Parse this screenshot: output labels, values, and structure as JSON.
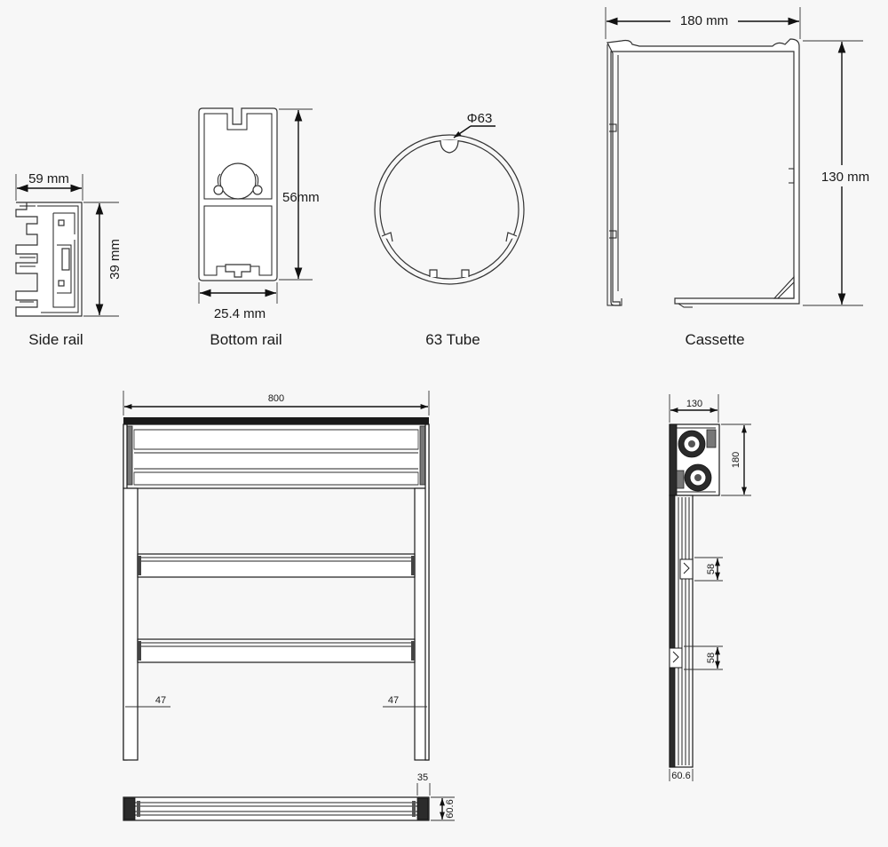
{
  "profiles": {
    "side_rail": {
      "label": "Side rail",
      "width_dim": "59 mm",
      "height_dim": "39 mm"
    },
    "bottom_rail": {
      "label": "Bottom rail",
      "width_dim": "25.4 mm",
      "height_dim": "56mm"
    },
    "tube": {
      "label": "63 Tube",
      "diameter_dim": "Φ63"
    },
    "cassette": {
      "label": "Cassette",
      "width_dim": "180 mm",
      "height_dim": "130 mm"
    }
  },
  "front_view": {
    "width_dim": "800",
    "left_leg_dim": "47",
    "right_leg_dim": "47"
  },
  "side_view": {
    "top_width_dim": "130",
    "cassette_height_dim": "180",
    "clip_upper_dim": "58",
    "clip_lower_dim": "58",
    "bottom_width_dim": "60.6"
  },
  "bottom_view": {
    "top_dim": "35",
    "right_dim": "60.6"
  },
  "colors": {
    "line": "#1a1a1a",
    "background": "#f7f7f7"
  }
}
